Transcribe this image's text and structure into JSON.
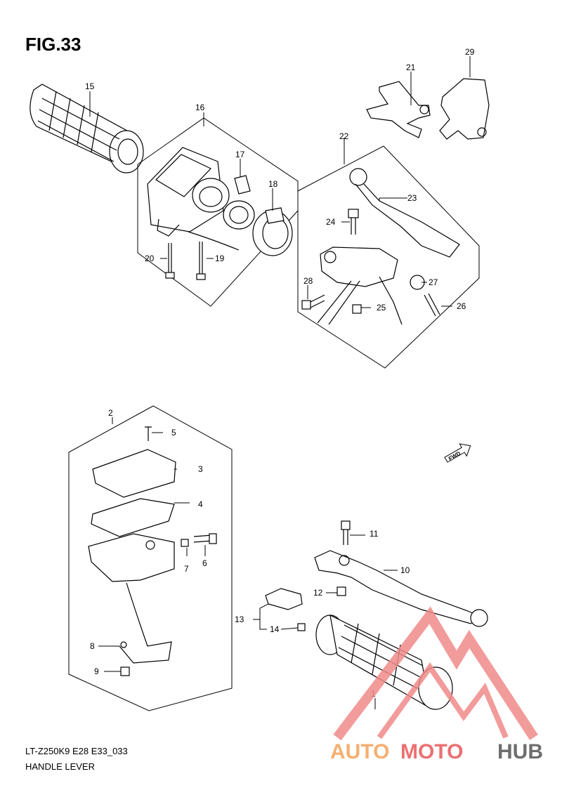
{
  "figure": {
    "title": "FIG.33"
  },
  "footer": {
    "model_code": "LT-Z250K9 E28 E33_033",
    "name": "HANDLE LEVER"
  },
  "callouts": {
    "n1": "1",
    "n2": "2",
    "n3": "3",
    "n4": "4",
    "n5": "5",
    "n6": "6",
    "n7": "7",
    "n8": "8",
    "n9": "9",
    "n10": "10",
    "n11": "11",
    "n12": "12",
    "n13": "13",
    "n14": "14",
    "n15": "15",
    "n16": "16",
    "n17": "17",
    "n18": "18",
    "n19": "19",
    "n20": "20",
    "n21": "21",
    "n22": "22",
    "n23": "23",
    "n24": "24",
    "n25": "25",
    "n26": "26",
    "n27": "27",
    "n28": "28",
    "n29": "29"
  },
  "fwd_marker": {
    "label": "FWD"
  },
  "watermark": {
    "part1": "AUTO",
    "part2": "MOTO",
    "part3": "HUB",
    "colors": {
      "auto": "#f4a259",
      "moto": "#e8585a",
      "hub": "#555555",
      "triangle": "#f08a8a"
    }
  }
}
